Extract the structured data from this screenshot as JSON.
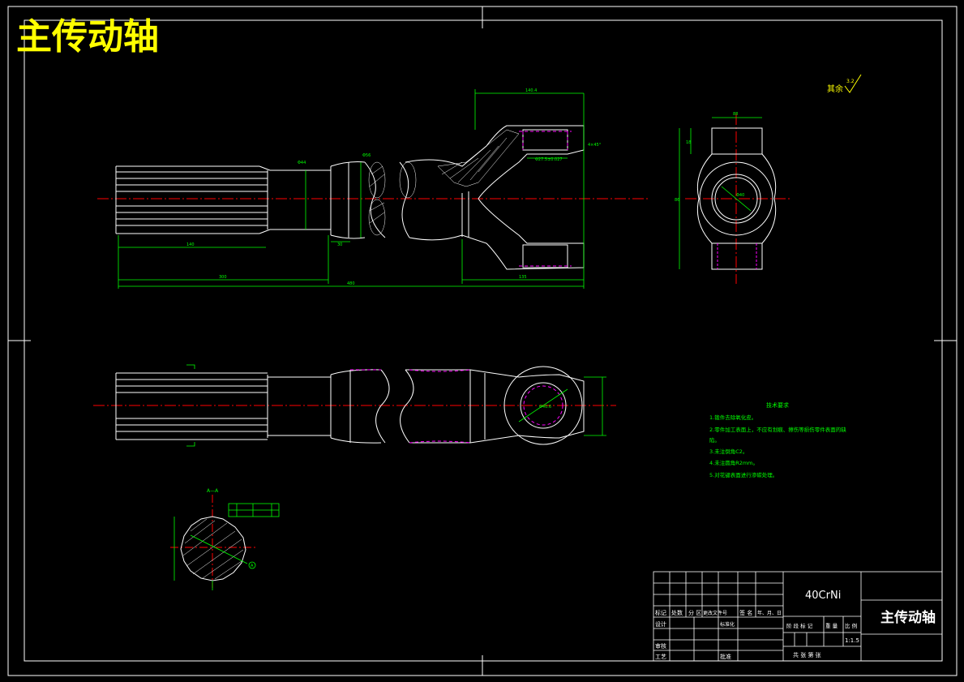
{
  "title": "主传动轴",
  "roughness_note": "其余",
  "roughness_value": "3.2",
  "dimensions": {
    "spline_length": "140",
    "shaft_length": "300",
    "total_length": "480",
    "yoke_length": "135",
    "neck_length": "30",
    "yoke_width": "140.4",
    "dia_neck": "Φ44",
    "dia_body": "Φ56",
    "side_width": "88",
    "side_height": "86",
    "bore_dia": "Φ40",
    "pitch": "18",
    "ear": "Φ40.6",
    "bore_tol": "Φ27.5±0.027",
    "chamfer": "4×45°",
    "section_label": "A—A",
    "hole_note": "A"
  },
  "tech_req": {
    "heading": "技术要求",
    "items": [
      "1.锻件去除氧化皮。",
      "2.零件加工表面上，不应有划痕、擦伤等损伤零件表面的缺",
      "陷。",
      "3.未注倒角C2。",
      "4.未注圆角R2mm。",
      "5.对花键表面进行渗碳处理。"
    ]
  },
  "title_block": {
    "material": "40CrNi",
    "part_name": "主传动轴",
    "headers": [
      "标记",
      "处数",
      "分 区",
      "更改文件号",
      "签 名",
      "年、月、日"
    ],
    "design": "设计",
    "standardize": "标准化",
    "check": "审核",
    "process": "工艺",
    "approve": "批准",
    "stage_mark": "阶 段 标 记",
    "weight": "重 量",
    "scale_label": "比 例",
    "scale": "1:1.5",
    "sheets": "共    张   第    张"
  },
  "colors": {
    "line": "#ffffff",
    "dim": "#00ff00",
    "center": "#ff0000",
    "hidden": "#ff00ff",
    "title": "#ffff00"
  }
}
